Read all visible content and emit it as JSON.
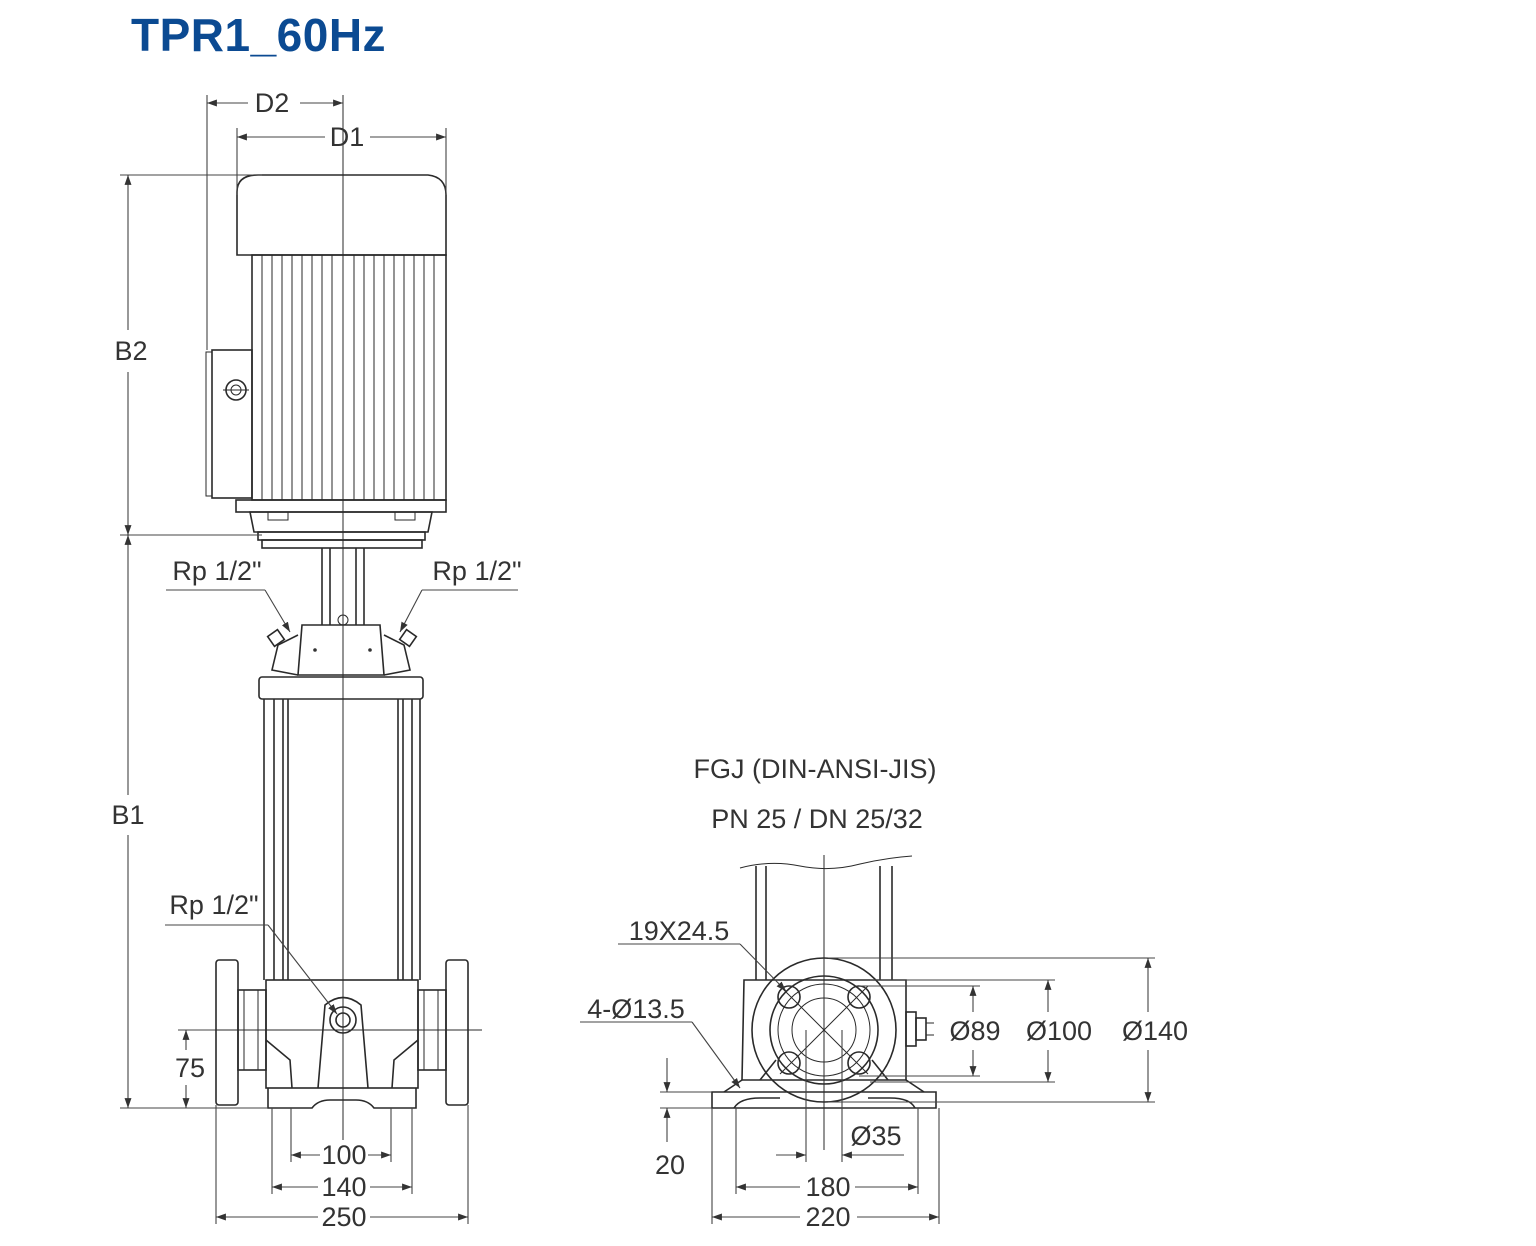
{
  "title": "TPR1_60Hz",
  "colors": {
    "title": "#0b4a92",
    "line": "#2a2a2a",
    "label": "#333333"
  },
  "front_view": {
    "labels": {
      "d2": "D2",
      "d1": "D1",
      "b2": "B2",
      "b1": "B1",
      "rp_left": "Rp 1/2\"",
      "rp_right": "Rp 1/2\"",
      "rp_bottom": "Rp 1/2\"",
      "dim_75": "75",
      "dim_100": "100",
      "dim_140": "140",
      "dim_250": "250"
    }
  },
  "flange_view": {
    "standard": "FGJ (DIN-ANSI-JIS)",
    "rating": "PN 25 / DN 25/32",
    "labels": {
      "slot": "19X24.5",
      "holes": "4-Ø13.5",
      "d89": "Ø89",
      "d100": "Ø100",
      "d140": "Ø140",
      "d35": "Ø35",
      "dim_20": "20",
      "dim_180": "180",
      "dim_220": "220"
    }
  }
}
